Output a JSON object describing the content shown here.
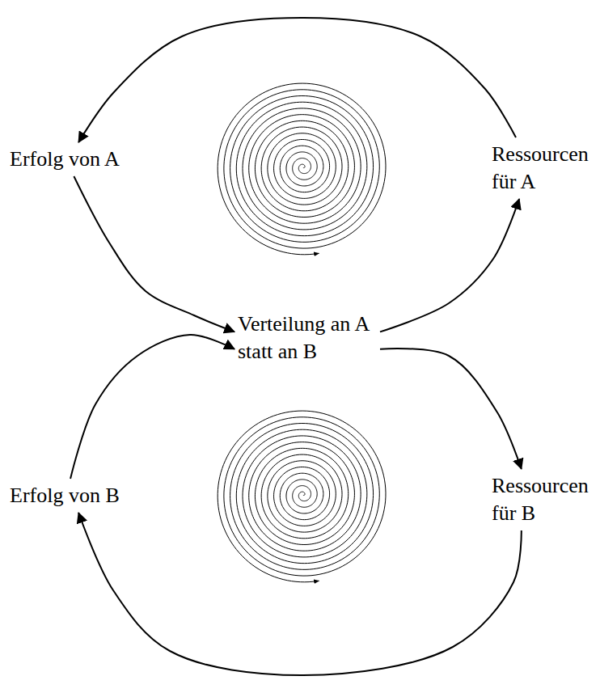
{
  "diagram": {
    "nodes": [
      {
        "text": [
          "Erfolg von A"
        ]
      },
      {
        "text": [
          "Ressourcen für A"
        ]
      },
      {
        "text": [
          "Verteilung an A statt an B"
        ]
      },
      {
        "text": [
          "Erfolg von B"
        ]
      },
      {
        "text": [
          "Ressourcen für B"
        ]
      }
    ],
    "edges": [
      {
        "from": 1,
        "to": 0,
        "arrow": "to"
      },
      {
        "from": 0,
        "to": 2,
        "arrow": "to"
      },
      {
        "from": 2,
        "to": 1,
        "arrow": "to"
      },
      {
        "from": 3,
        "to": 2,
        "arrow": "to"
      },
      {
        "from": 2,
        "to": 4,
        "arrow": "to"
      },
      {
        "from": 4,
        "to": 3,
        "arrow": "to"
      }
    ]
  }
}
